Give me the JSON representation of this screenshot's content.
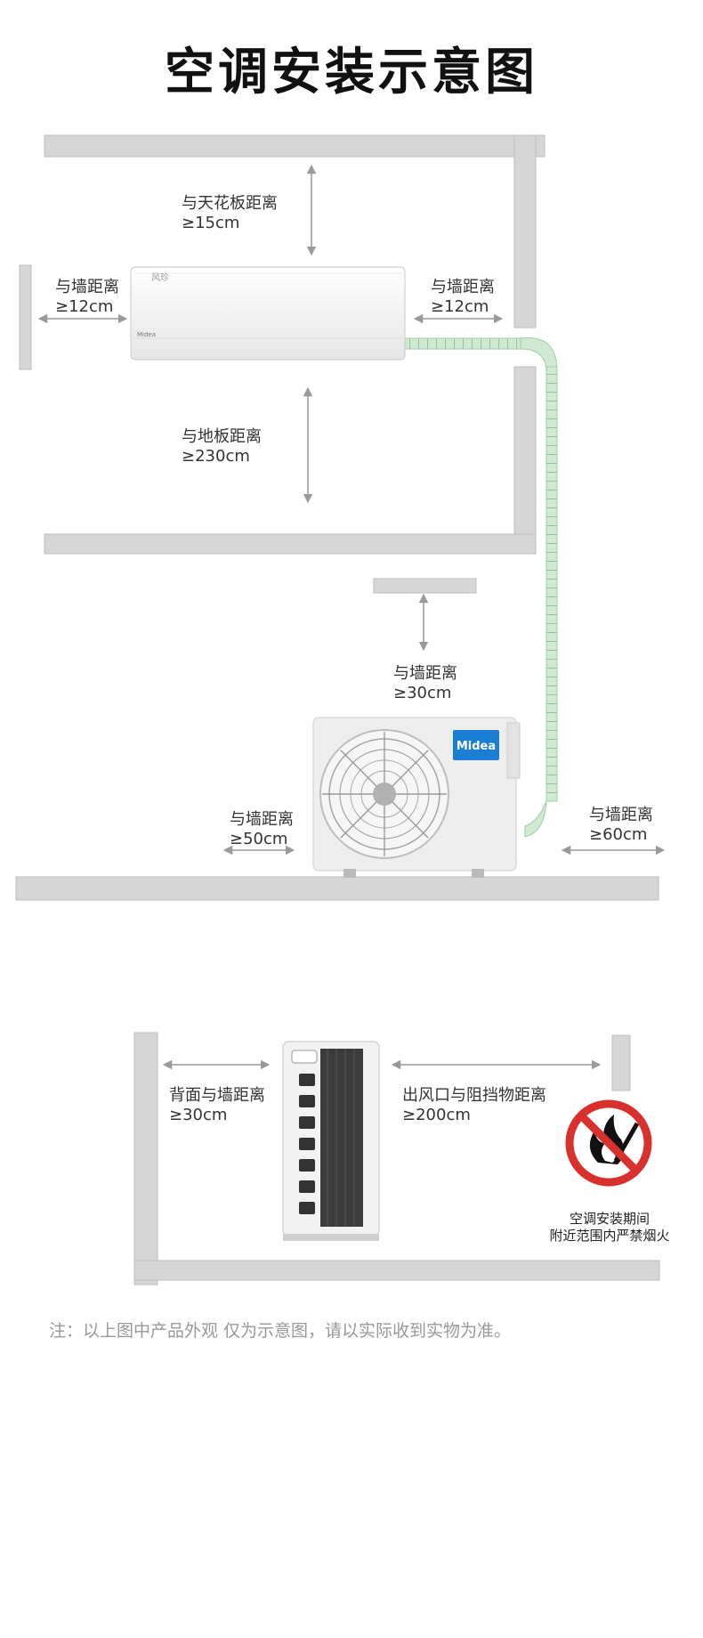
{
  "title": "空调安装示意图",
  "indoor": {
    "ceiling": {
      "line1": "与天花板距离",
      "line2": "≥15cm"
    },
    "left": {
      "line1": "与墙距离",
      "line2": "≥12cm"
    },
    "right": {
      "line1": "与墙距离",
      "line2": "≥12cm"
    },
    "floor": {
      "line1": "与地板距离",
      "line2": "≥230cm"
    },
    "brand_small": "Midea",
    "logo_mark": "风珍"
  },
  "outdoor": {
    "top": {
      "line1": "与墙距离",
      "line2": "≥30cm"
    },
    "left": {
      "line1": "与墙距离",
      "line2": "≥50cm"
    },
    "right": {
      "line1": "与墙距离",
      "line2": "≥60cm"
    },
    "brand": "Midea"
  },
  "side_view": {
    "back": {
      "line1": "背面与墙距离",
      "line2": "≥30cm"
    },
    "front": {
      "line1": "出风口与阻挡物距离",
      "line2": "≥200cm"
    }
  },
  "warning": {
    "line1": "空调安装期间",
    "line2": "附近范围内严禁烟火"
  },
  "footnote": "注：以上图中产品外观 仅为示意图，请以实际收到实物为准。",
  "colors": {
    "wall": "#d6d6d6",
    "pipe": "#b8dcbc",
    "logo_blue": "#1a7fd4",
    "no_fire_red": "#d8302c"
  }
}
